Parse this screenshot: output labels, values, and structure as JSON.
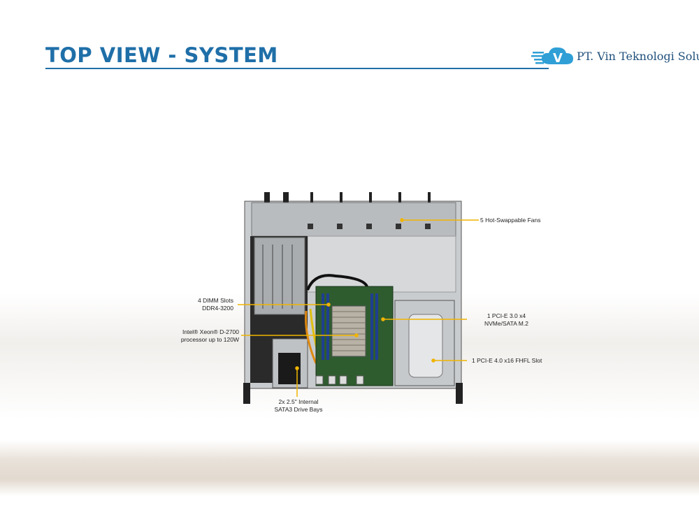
{
  "header": {
    "title": "TOP VIEW - SYSTEM",
    "company": "PT. Vin Teknologi Solusi",
    "logo_letter": "V"
  },
  "callouts": {
    "fans": "5 Hot-Swappable Fans",
    "dimm_line1": "4 DIMM Slots",
    "dimm_line2": "DDR4-3200",
    "cpu_line1": "Intel® Xeon® D-2700",
    "cpu_line2": "processor up to 120W",
    "m2_line1": "1 PCI-E 3.0 x4",
    "m2_line2": "NVMe/SATA M.2",
    "pcie_slot": "1 PCI-E 4.0 x16 FHFL Slot",
    "drive_line1": "2x 2.5\" Internal",
    "drive_line2": "SATA3 Drive Bays"
  },
  "colors": {
    "title": "#1f6fa8",
    "leader": "#f0b400"
  }
}
